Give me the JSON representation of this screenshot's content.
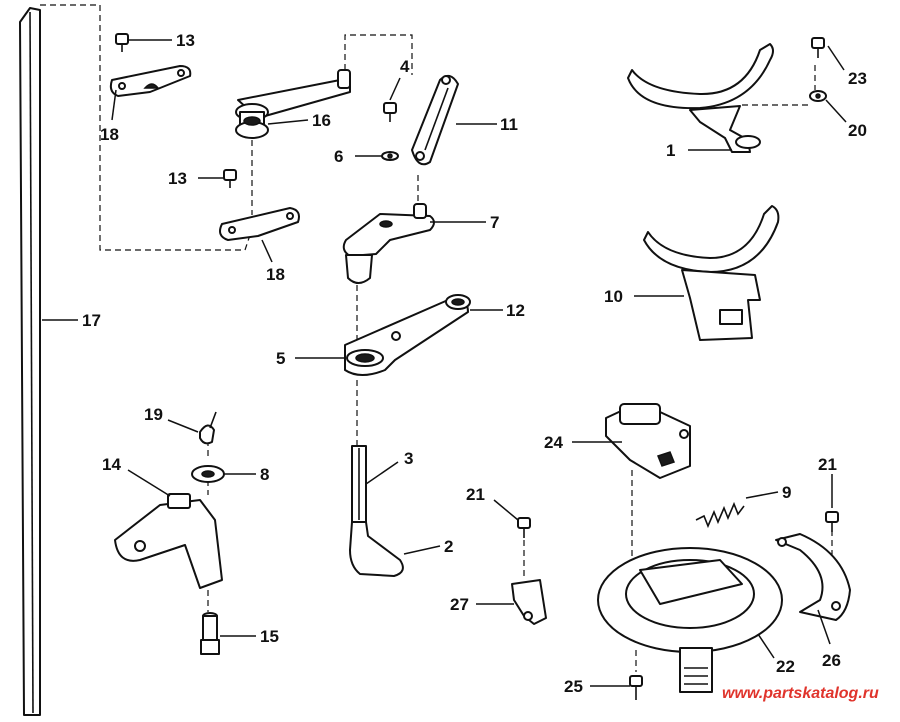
{
  "callouts": {
    "c1": "1",
    "c2": "2",
    "c3": "3",
    "c4": "4",
    "c5": "5",
    "c6": "6",
    "c7": "7",
    "c8": "8",
    "c9": "9",
    "c10": "10",
    "c11": "11",
    "c12": "12",
    "c13a": "13",
    "c13b": "13",
    "c14": "14",
    "c15": "15",
    "c16": "16",
    "c17": "17",
    "c18a": "18",
    "c18b": "18",
    "c19": "19",
    "c20": "20",
    "c21a": "21",
    "c21b": "21",
    "c22": "22",
    "c23": "23",
    "c24": "24",
    "c25": "25",
    "c26": "26",
    "c27": "27"
  },
  "watermark": "www.partskatalog.ru",
  "colors": {
    "line": "#111111",
    "watermark": "#e0342c"
  }
}
